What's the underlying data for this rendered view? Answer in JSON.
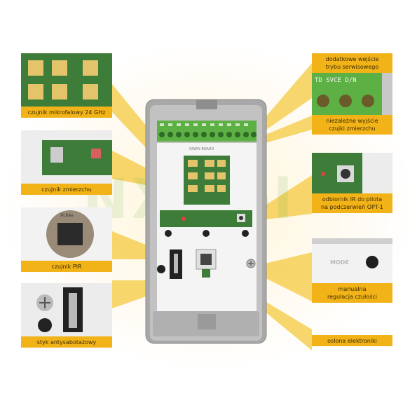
{
  "labels": {
    "microwave": "czujnik mikrofalowy 24 GHz",
    "twilight_left": "czujnik zmierzchu",
    "pir": "czujnik PIR",
    "tamper": "styk antysabotażowy",
    "service_line1": "dodatkowe wejście",
    "service_line2": "trybu serwisowego",
    "independent_line1": "niezależne wyjście",
    "independent_line2": "czujki zmierzchu",
    "ir_line1": "odbiornik IR do pilota",
    "ir_line2": "na podczerwień OPT-1",
    "manual_line1": "manualna",
    "manual_line2": "regulacja czułości",
    "cover": "osłona elektroniki"
  },
  "terminal_text": "TD SVCE D/N",
  "mode_text": "MODE",
  "pir_sensor_text": "XLites",
  "board_text": "OWEN BOARD",
  "watermark": "NXT.pl",
  "colors": {
    "accent": "#f2b319",
    "pcb": "#3e7c3a",
    "terminal": "#5db043",
    "housing": "#9b9b9b"
  }
}
